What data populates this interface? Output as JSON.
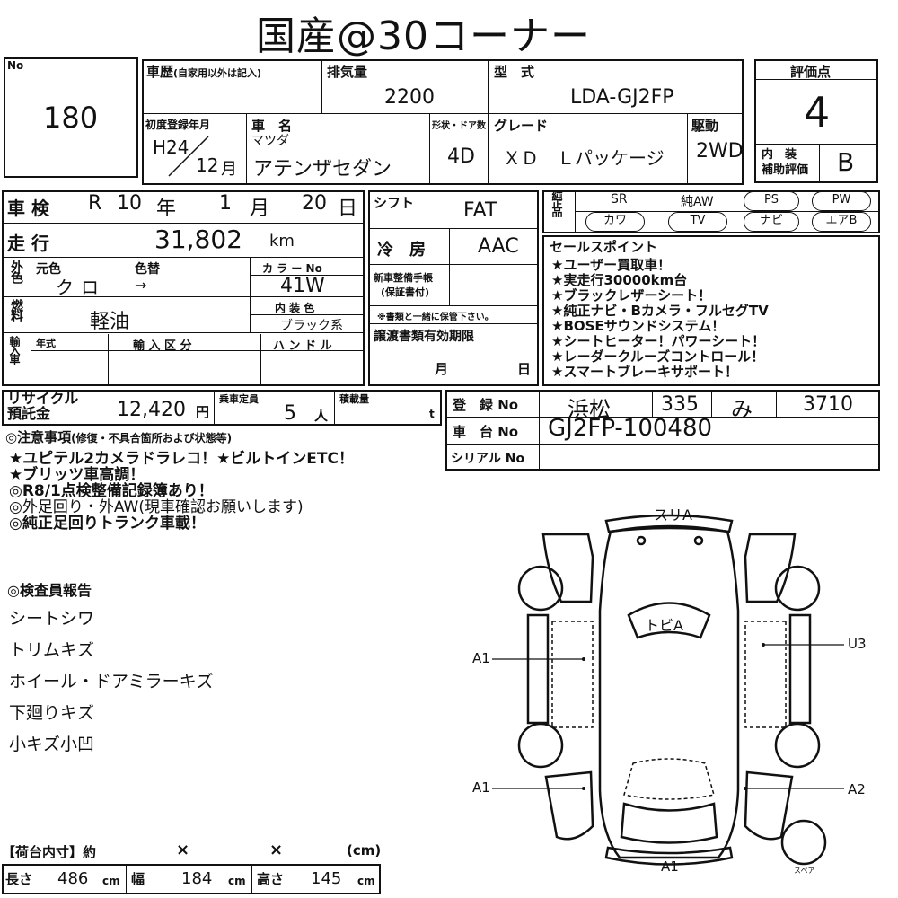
{
  "title": "国産@30コーナー",
  "lot": {
    "label": "No",
    "value": "180"
  },
  "history": {
    "label": "車歴",
    "note": "(自家用以外は記入)"
  },
  "displacement": {
    "label": "排気量",
    "value": "2200"
  },
  "model_code": {
    "label": "型　式",
    "value": "LDA-GJ2FP"
  },
  "score": {
    "label": "評価点",
    "value": "4",
    "interior_label1": "内　装",
    "interior_label2": "補助評価",
    "interior_value": "B"
  },
  "first_reg": {
    "label": "初度登録年月",
    "era_year": "H24",
    "month": "12",
    "month_unit": "月"
  },
  "car_name": {
    "label": "車　名",
    "maker": "マツダ",
    "name": "アテンザセダン"
  },
  "body": {
    "label": "形状・ドア数",
    "value": "4D"
  },
  "grade": {
    "label": "グレード",
    "value": "ＸＤ　Ｌパッケージ"
  },
  "drive": {
    "label": "駆動",
    "value": "2WD"
  },
  "inspection": {
    "label": "車 検",
    "era": "R",
    "year": "10",
    "year_unit": "年",
    "month": "1",
    "month_unit": "月",
    "day": "20",
    "day_unit": "日"
  },
  "mileage": {
    "label": "走 行",
    "value": "31,802",
    "unit": "km"
  },
  "shift": {
    "label": "シフト",
    "value": "FAT"
  },
  "ac": {
    "label": "冷　房",
    "value": "AAC"
  },
  "exterior": {
    "label_top": "外",
    "label_bottom": "色",
    "orig_label": "元色",
    "repaint_label": "色替",
    "orig_value": "クロ",
    "repaint_value": "→",
    "color_no_label": "カ ラ ー No",
    "color_no_value": "41W"
  },
  "fuel": {
    "label_top": "燃",
    "label_bottom": "料",
    "value": "軽油",
    "interior_label": "内 装 色",
    "interior_value": "ブラック系"
  },
  "maintenance": {
    "label1": "新車整備手帳",
    "label2": "(保証書付)",
    "note": "※書類と一緒に保管下さい。"
  },
  "import": {
    "label": "輸入車",
    "year_label": "年式",
    "class_label": "輸 入 区 分",
    "handle_label": "ハ ン ド ル"
  },
  "transfer": {
    "label": "譲渡書類有効期限",
    "month": "月",
    "day": "日"
  },
  "recycle": {
    "label1": "リサイクル",
    "label2": "預託金",
    "value": "12,420",
    "unit": "円"
  },
  "capacity": {
    "label": "乗車定員",
    "value": "5",
    "unit": "人"
  },
  "load": {
    "label": "積載量",
    "unit": "t"
  },
  "plate": {
    "label": "登　録 No",
    "region": "浜松",
    "class": "335",
    "kana": "み",
    "number": "3710"
  },
  "chassis": {
    "label": "車　台 No",
    "value": "GJ2FP-100480"
  },
  "serial": {
    "label": "シリアル No"
  },
  "equipment": {
    "label": "純正品",
    "row1": [
      "SR",
      "純AW",
      "PS",
      "PW"
    ],
    "row2": [
      "カワ",
      "TV",
      "ナビ",
      "エアB"
    ]
  },
  "sales": {
    "label": "セールスポイント",
    "points": [
      "★ユーザー買取車！",
      "★実走行30000km台",
      "★ブラックレザーシート！",
      "★純正ナビ・Bカメラ・フルセグTV",
      "★BOSEサウンドシステム！",
      "★シートヒーター！パワーシート！",
      "★レーダークルーズコントロール！",
      "★スマートブレーキサポート！"
    ]
  },
  "notes": {
    "header": "◎注意事項",
    "header_note": "(修復・不具合箇所および状態等)",
    "lines": [
      "★ユピテル2カメラドラレコ！★ビルトインETC！",
      "★ブリッツ車高調！",
      "◎R8/1点検整備記録簿あり！",
      "◎外足回り・外AW(現車確認お願いします)",
      "◎純正足回りトランク車載！"
    ]
  },
  "inspector": {
    "header": "◎検査員報告",
    "lines": [
      "シートシワ",
      "トリムキズ",
      "ホイール・ドアミラーキズ",
      "下廻りキズ",
      "小キズ小凹"
    ]
  },
  "cargo": {
    "header": "【荷台内寸】約",
    "x1": "×",
    "x2": "×",
    "unit_cm": "(cm)",
    "length_label": "長さ",
    "length_value": "486",
    "length_unit": "cm",
    "width_label": "幅",
    "width_value": "184",
    "width_unit": "cm",
    "height_label": "高さ",
    "height_value": "145",
    "height_unit": "cm"
  },
  "diagram": {
    "top": "スリA",
    "roof": "トビA",
    "left_front": "A1",
    "left_rear": "A1",
    "right_front": "U3",
    "right_rear": "A2",
    "bottom": "A1",
    "spare": "スペア"
  }
}
